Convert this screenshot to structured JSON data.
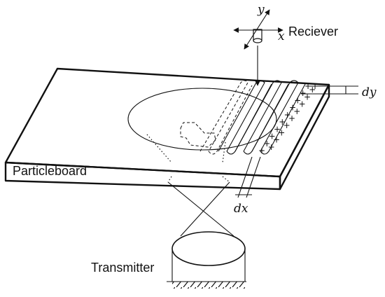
{
  "labels": {
    "receiver": "Reciever",
    "particleboard": "Particleboard",
    "transmitter": "Transmitter",
    "axis_x": "x",
    "axis_y": "y",
    "step_x": "dx",
    "step_y": "dy"
  },
  "grid_marker": "+",
  "marker_count": 20
}
